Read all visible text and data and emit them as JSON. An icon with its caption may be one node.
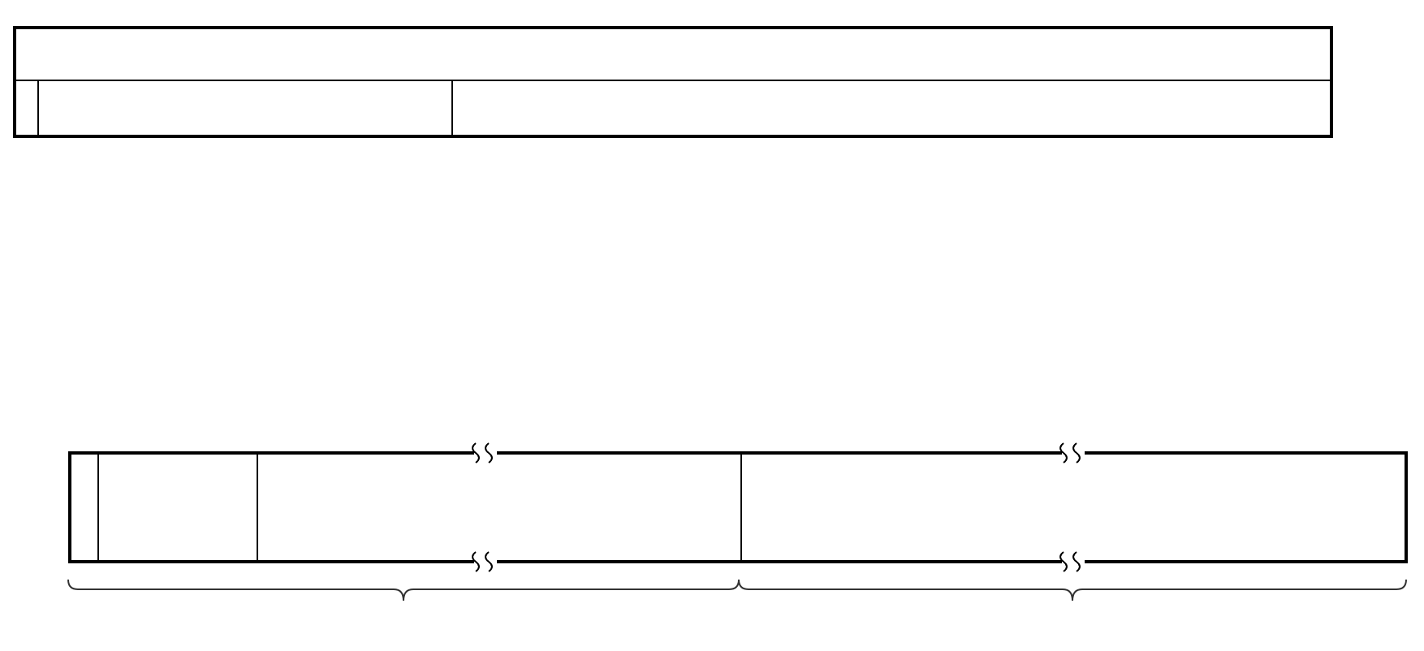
{
  "diagram": {
    "nodes": [
      {
        "text": [],
        "shape": "box"
      },
      {
        "text": [],
        "shape": "box",
        "in": 0
      },
      {
        "text": [],
        "shape": "box",
        "in": 0
      },
      {
        "text": [],
        "shape": "box",
        "in": 0
      },
      {
        "text": [],
        "shape": "box",
        "in": 0
      },
      {
        "text": [],
        "shape": "box"
      },
      {
        "text": [],
        "shape": "box",
        "in": 5
      },
      {
        "text": [],
        "shape": "box",
        "in": 5
      },
      {
        "text": [],
        "shape": "box",
        "in": 5
      },
      {
        "text": [],
        "shape": "box",
        "in": 5
      }
    ]
  }
}
